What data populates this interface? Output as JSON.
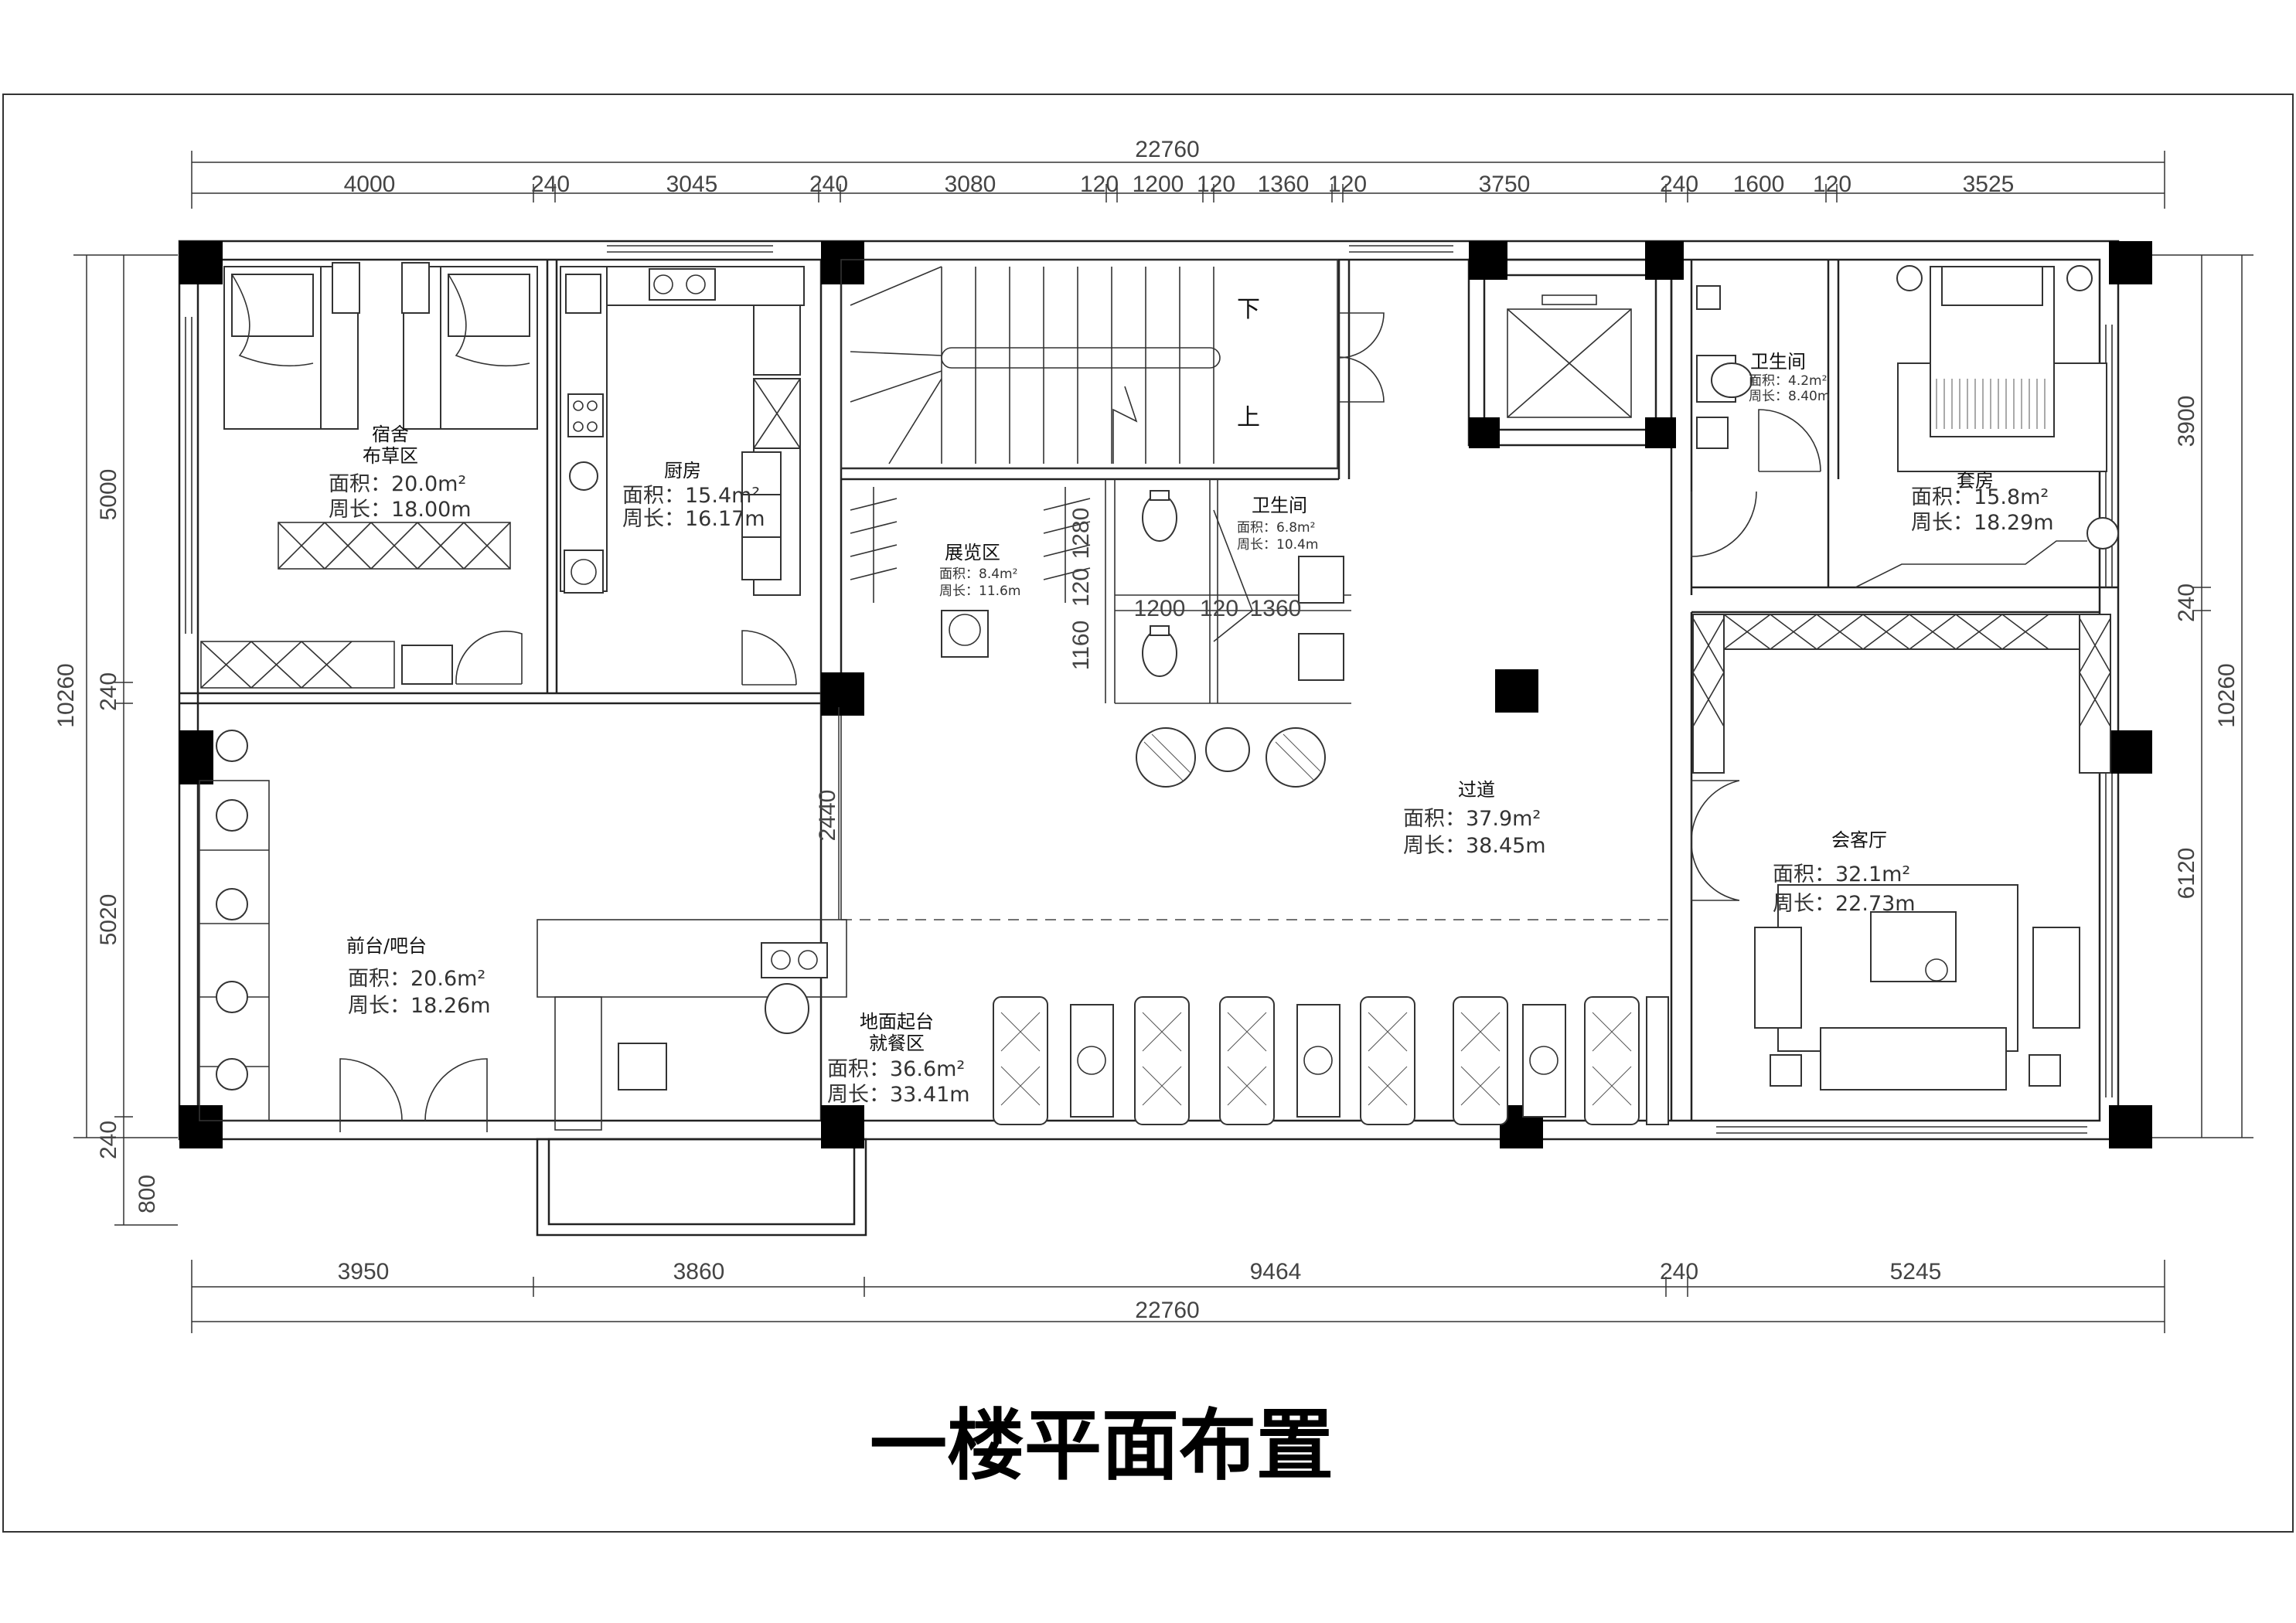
{
  "title": "一楼平面布置",
  "dimensions": {
    "top_total": "22760",
    "top_segments": [
      "4000",
      "240",
      "3045",
      "240",
      "3080",
      "120",
      "1200",
      "120",
      "1360",
      "120",
      "3750",
      "240",
      "1600",
      "120",
      "3525"
    ],
    "bottom_total": "22760",
    "bottom_segments": [
      "3950",
      "3860",
      "9464",
      "240",
      "5245"
    ],
    "left_total": "10260",
    "left_segments": [
      "5000",
      "240",
      "5020",
      "240",
      "800"
    ],
    "right_total": "10260",
    "right_segments": [
      "3900",
      "240",
      "6120"
    ],
    "interior": {
      "corridor_2440": "2440",
      "exhibit_1160": "1160",
      "exhibit_120": "120",
      "exhibit_1280": "1280",
      "wc_1200": "1200",
      "wc_120": "120",
      "wc_1360": "1360"
    }
  },
  "rooms": {
    "dorm": {
      "name_line1": "宿舍",
      "name_line2": "布草区",
      "area": "面积：20.0m²",
      "perimeter": "周长：18.00m"
    },
    "kitchen": {
      "name": "厨房",
      "area": "面积：15.4m²",
      "perimeter": "周长：16.17m"
    },
    "exhibit": {
      "name": "展览区",
      "area": "面积：8.4m²",
      "perimeter": "周长：11.6m"
    },
    "wc_center": {
      "name": "卫生间",
      "area": "面积：6.8m²",
      "perimeter": "周长：10.4m"
    },
    "wc_right": {
      "name": "卫生间",
      "area": "面积：4.2m²",
      "perimeter": "周长：8.40m"
    },
    "suite": {
      "name": "套房",
      "area": "面积：15.8m²",
      "perimeter": "周长：18.29m"
    },
    "corridor": {
      "name": "过道",
      "area": "面积：37.9m²",
      "perimeter": "周长：38.45m"
    },
    "reception": {
      "name": "前台/吧台",
      "area": "面积：20.6m²",
      "perimeter": "周长：18.26m"
    },
    "lounge": {
      "name": "会客厅",
      "area": "面积：32.1m²",
      "perimeter": "周长：22.73m"
    },
    "dining": {
      "name_line1": "地面起台",
      "name_line2": "就餐区",
      "area": "面积：36.6m²",
      "perimeter": "周长：33.41m"
    }
  },
  "stairs": {
    "down": "下",
    "up": "上"
  }
}
